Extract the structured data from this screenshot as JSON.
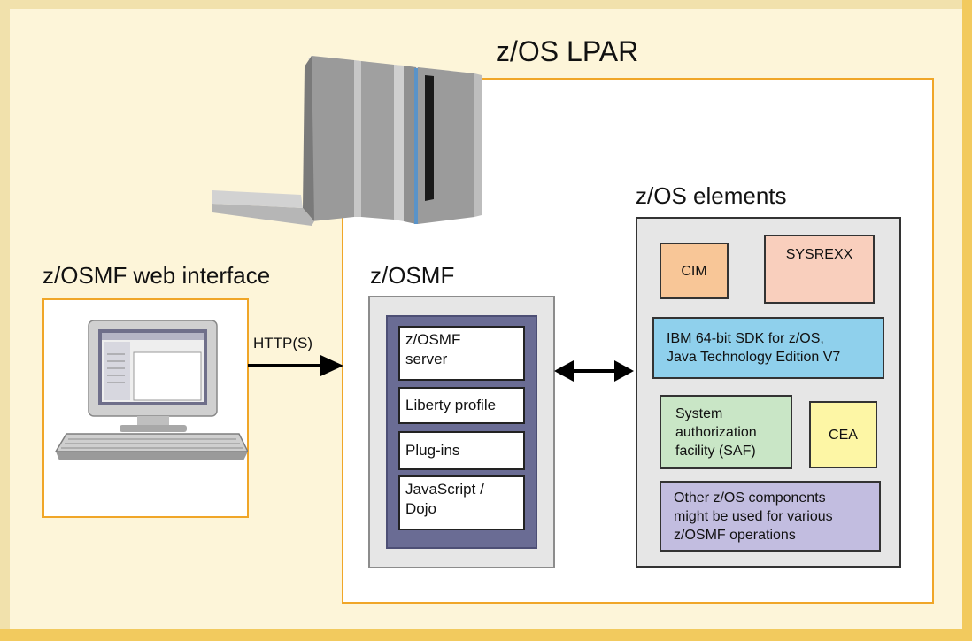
{
  "lpar_title": "z/OS LPAR",
  "web_interface_title": "z/OSMF web interface",
  "http_label": "HTTP(S)",
  "zosmf_title": "z/OSMF",
  "zosmf_components": {
    "server": [
      "z/OSMF",
      "server"
    ],
    "liberty": "Liberty profile",
    "plugins": "Plug-ins",
    "javascript": [
      "JavaScript /",
      "Dojo"
    ]
  },
  "elements_title": "z/OS  elements",
  "elements": {
    "cim": "CIM",
    "sysrexx": "SYSREXX",
    "sdk": [
      "IBM 64-bit SDK for z/OS,",
      "Java Technology Edition V7"
    ],
    "saf": [
      "System",
      "authorization",
      "facility (SAF)"
    ],
    "cea": "CEA",
    "other": [
      "Other z/OS components",
      "might be used for various",
      "z/OSMF operations"
    ]
  },
  "colors": {
    "frame_light": "#f1e1ac",
    "frame_dark": "#f2ca5e",
    "orange_border": "#f0a628",
    "cim": "#f8c697",
    "sysrexx": "#f9cfbd",
    "sdk": "#8fd0ec",
    "saf": "#c9e6c6",
    "cea": "#fdf6a5",
    "other": "#c2bde0",
    "zosmf_inner": "#6a6c94"
  },
  "icons": {
    "mainframe": "mainframe-server-icon",
    "workstation": "desktop-computer-icon"
  }
}
